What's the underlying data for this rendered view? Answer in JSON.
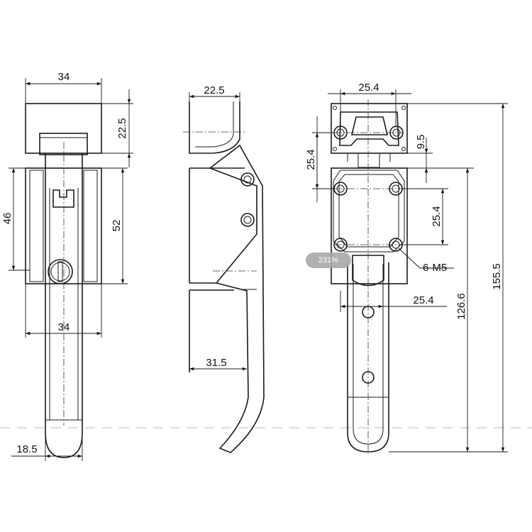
{
  "zoom": {
    "label": "231%"
  },
  "front_view": {
    "dim_top_width": "34",
    "dim_head_height": "22.5",
    "dim_left_height": "46",
    "dim_right_height": "52",
    "dim_mid_width": "34",
    "dim_bottom_width": "18.5"
  },
  "side_view": {
    "dim_top_width": "22.5",
    "dim_reach": "31.5"
  },
  "back_view": {
    "dim_top_width": "25.4",
    "dim_left_height": "25.4",
    "dim_offset": "9.5",
    "dim_mid_height": "25.4",
    "dim_hole_spacing": "25.4",
    "hole_callout": "6-M5",
    "dim_mount_length": "126.6",
    "dim_overall_length": "155.5"
  }
}
